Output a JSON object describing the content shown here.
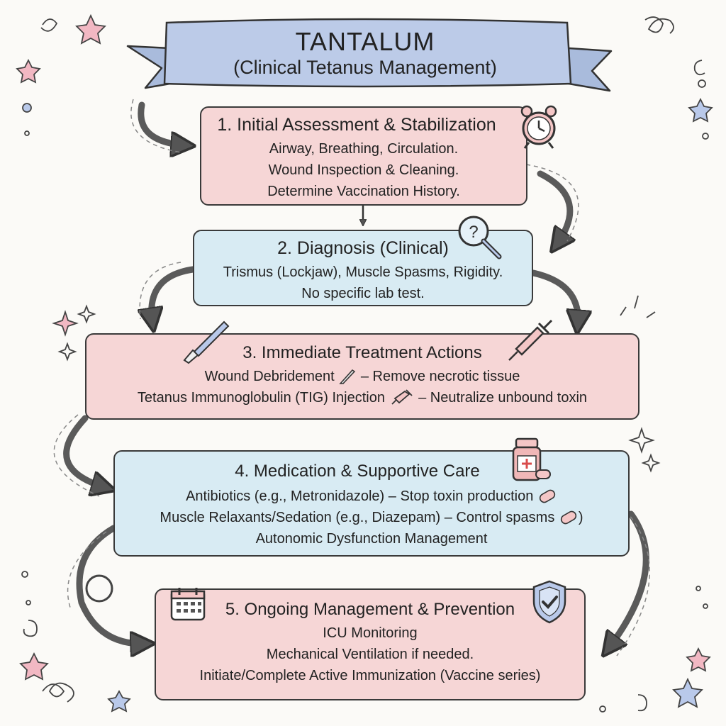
{
  "header": {
    "title": "TANTALUM",
    "subtitle": "(Clinical Tetanus Management)"
  },
  "colors": {
    "pink": "#f6d6d6",
    "blue": "#d8ebf3",
    "banner": "#b7c8e6",
    "outline": "#3a3a3a"
  },
  "steps": [
    {
      "title": "1. Initial Assessment & Stabilization",
      "icon": "alarm-clock-icon",
      "lines": [
        "Airway, Breathing, Circulation.",
        "Wound Inspection & Cleaning.",
        "Determine Vaccination History."
      ]
    },
    {
      "title": "2. Diagnosis (Clinical)",
      "icon": "magnifier-question-icon",
      "lines": [
        "Trismus (Lockjaw), Muscle Spasms, Rigidity.",
        "No specific lab test."
      ]
    },
    {
      "title": "3. Immediate Treatment Actions",
      "icon": "scalpel-syringe-icons",
      "lines": [
        "Wound Debridement",
        "– Remove necrotic tissue",
        "Tetanus Immunoglobulin (TIG) Injection",
        "– Neutralize unbound toxin"
      ]
    },
    {
      "title": "4. Medication & Supportive Care",
      "icon": "medicine-bottle-icon",
      "lines": [
        "Antibiotics (e.g., Metronidazole) – Stop toxin production",
        "Muscle Relaxants/Sedation (e.g., Diazepam) – Control spasms",
        ")",
        "Autonomic Dysfunction Management"
      ]
    },
    {
      "title": "5. Ongoing Management & Prevention",
      "icon": "calendar-shield-icons",
      "lines": [
        "ICU Monitoring",
        "Mechanical Ventilation if needed.",
        "Initiate/Complete Active Immunization (Vaccine series)"
      ]
    }
  ]
}
